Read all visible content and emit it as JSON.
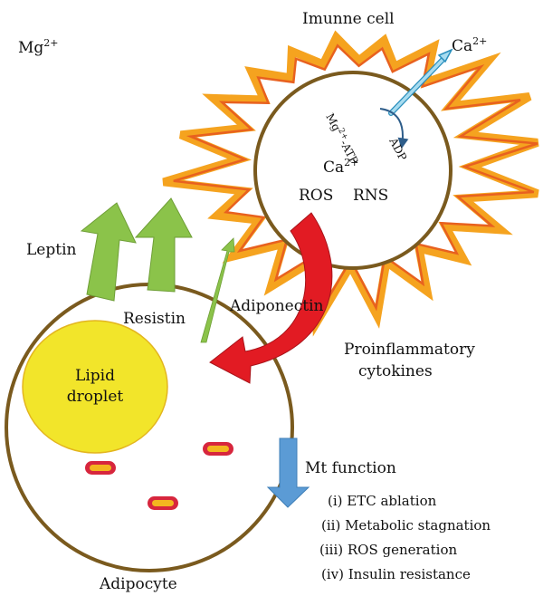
{
  "labels": {
    "mg_ion": {
      "base": "Mg",
      "sup": "2+"
    },
    "immune_cell": "Imunne cell",
    "ca_out": {
      "base": "Ca",
      "sup": "2+"
    },
    "mg_atp": {
      "base": "Mg",
      "sup": "2+",
      "suffix": "-ATP"
    },
    "adp": "ADP",
    "ca_in": {
      "base": "Ca",
      "sup": "2+"
    },
    "ros": "ROS",
    "rns": "RNS",
    "leptin": "Leptin",
    "resistin": "Resistin",
    "adiponectin": "Adiponectin",
    "proinflammatory": [
      "Proinflammatory",
      "cytokines"
    ],
    "lipid_droplet": [
      "Lipid",
      "droplet"
    ],
    "mt_function": "Mt function",
    "effects": [
      "(i) ETC ablation",
      "(ii) Metabolic stagnation",
      "(iii) ROS generation",
      "(iv) Insulin resistance"
    ],
    "adipocyte": "Adipocyte"
  },
  "colors": {
    "cell_outline": "#7a5a1e",
    "burst_outer": "#f5a31f",
    "burst_inner": "#e8611f",
    "red_arrow": "#e21b23",
    "green_arrow": "#8bc34a",
    "blue_arrow": "#5b9bd5",
    "lipid": "#f2e52a",
    "mito_outer": "#d7263d",
    "mito_inner": "#f3b61f",
    "light_blue": "#a8dcf0"
  }
}
